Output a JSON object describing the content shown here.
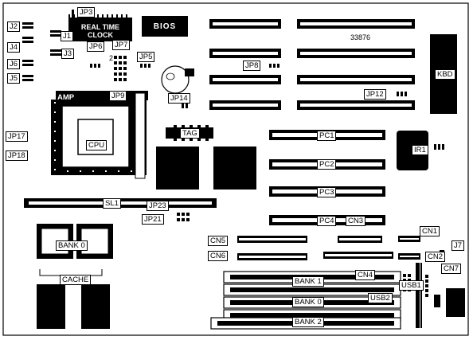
{
  "board_number": "33876",
  "labels": {
    "jp3": "JP3",
    "j1": "J1",
    "real_time_line1": "REAL TIME",
    "real_time_line2": "CLOCK",
    "bios": "BIOS",
    "j2": "J2",
    "j4": "J4",
    "j3": "J3",
    "j6": "J6",
    "j5": "J5",
    "jp6": "JP6",
    "jp7": "JP7",
    "jp5": "JP5",
    "jp8": "JP8",
    "jp9": "JP9",
    "jp14": "JP14",
    "amp": "AMP",
    "jp12": "JP12",
    "kbd": "KBD",
    "cpu": "CPU",
    "jp17": "JP17",
    "jp18": "JP18",
    "tag": "TAG",
    "pc1": "PC1",
    "pc2": "PC2",
    "pc3": "PC3",
    "pc4": "PC4",
    "ir1": "IR1",
    "sl1": "SL1",
    "jp23": "JP23",
    "jp21": "JP21",
    "bank0_cache": "BANK 0",
    "cache": "CACHE",
    "cn3": "CN3",
    "cn5": "CN5",
    "cn6": "CN6",
    "cn1": "CN1",
    "j7": "J7",
    "cn2": "CN2",
    "cn7": "CN7",
    "cn4": "CN4",
    "bank1": "BANK 1",
    "usb1": "USB1",
    "usb2": "USB2",
    "bank0_simm": "BANK 0",
    "bank2": "BANK 2",
    "pin_num": "2"
  }
}
